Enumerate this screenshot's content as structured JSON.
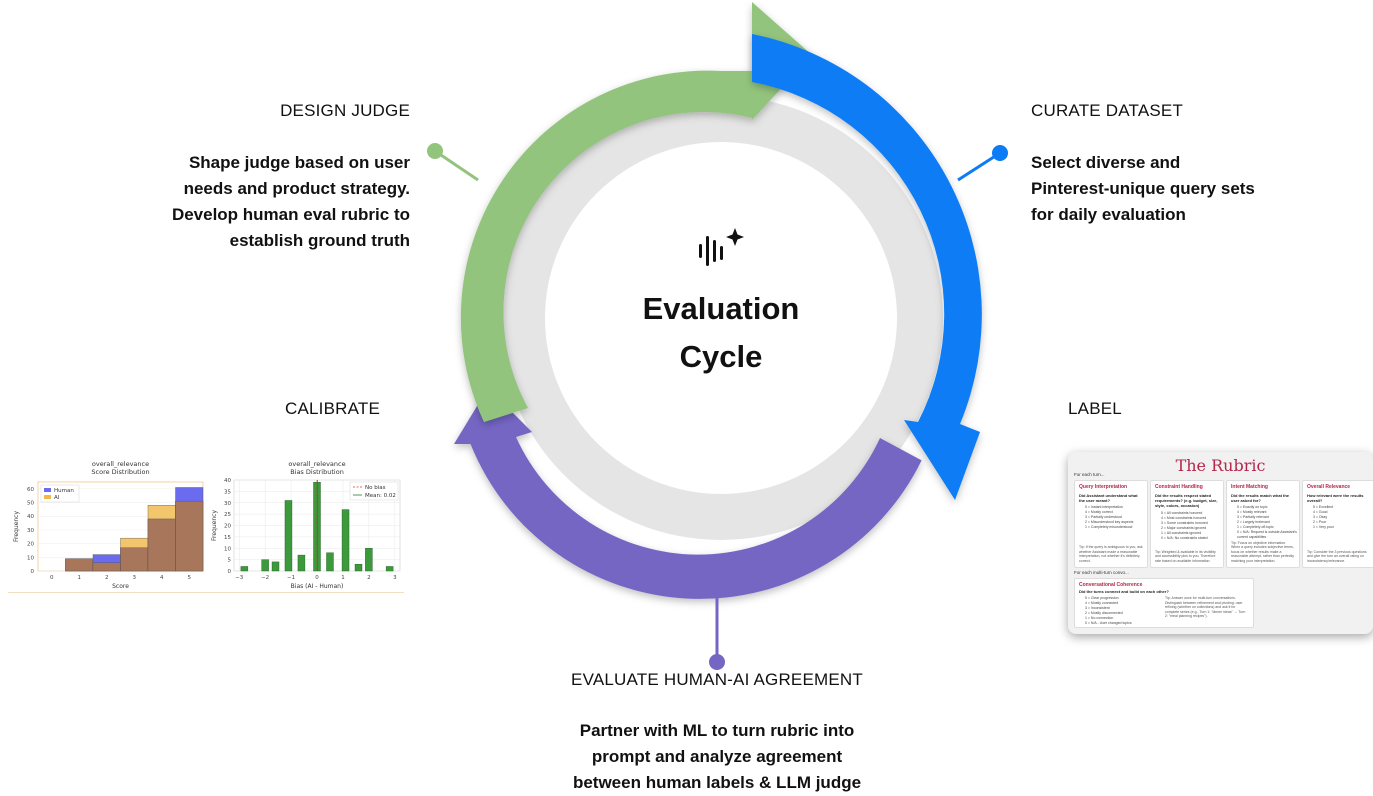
{
  "center": {
    "title_line1": "Evaluation",
    "title_line2": "Cycle",
    "icon": "sparkle-waveform-icon"
  },
  "stages": {
    "design": {
      "title": "DESIGN JUDGE",
      "desc": [
        "Shape judge based on user",
        "needs and product strategy.",
        "Develop human eval rubric to",
        "establish ground truth"
      ]
    },
    "curate": {
      "title": "CURATE DATASET",
      "desc": [
        "Select diverse and",
        "Pinterest-unique query sets",
        "for daily evaluation"
      ]
    },
    "label": {
      "title": "LABEL"
    },
    "calibrate": {
      "title": "CALIBRATE"
    },
    "evaluate": {
      "title": "EVALUATE HUMAN-AI AGREEMENT",
      "desc": [
        "Partner with ML to turn rubric into",
        "prompt and analyze agreement",
        "between human labels & LLM judge"
      ]
    }
  },
  "colors": {
    "green": "#93c47d",
    "blue": "#0b7cf5",
    "purple": "#7566c4",
    "inner": "#e6e6e6"
  },
  "chart_data": [
    {
      "type": "bar",
      "title": "overall_relevance",
      "subtitle": "Score Distribution",
      "xlabel": "Score",
      "ylabel": "Frequency",
      "categories": [
        0,
        1,
        2,
        3,
        4,
        5
      ],
      "series": [
        {
          "name": "Human",
          "values": [
            0,
            9,
            12,
            17,
            38,
            61
          ]
        },
        {
          "name": "AI",
          "values": [
            0,
            9,
            6,
            24,
            48,
            51
          ]
        }
      ],
      "ylim": [
        0,
        65
      ],
      "yticks": [
        0,
        10,
        20,
        30,
        40,
        50,
        60
      ],
      "legend": "top-left"
    },
    {
      "type": "bar",
      "title": "overall_relevance",
      "subtitle": "Bias Distribution",
      "xlabel": "Bias (AI - Human)",
      "ylabel": "Frequency",
      "x": [
        -2.8,
        -2.0,
        -1.6,
        -1.1,
        -0.6,
        0.0,
        0.5,
        1.1,
        1.6,
        2.0,
        2.8
      ],
      "values": [
        2,
        5,
        4,
        31,
        7,
        39,
        8,
        27,
        3,
        10,
        2
      ],
      "ylim": [
        0,
        40
      ],
      "xticks": [
        -3,
        -2,
        -1,
        0,
        1,
        2,
        3
      ],
      "yticks": [
        0,
        5,
        10,
        15,
        20,
        25,
        30,
        35,
        40
      ],
      "legend_entries": [
        "No bias",
        "Mean: 0.02"
      ],
      "legend": "top-right"
    }
  ],
  "rubric": {
    "title": "The Rubric",
    "for_each_turn": "For each turn...",
    "for_each_multi": "For each multi-turn convo...",
    "cards": [
      {
        "head": "Query Interpretation",
        "q": "Did Assistant understand what the user meant?",
        "items": [
          "5 = Instant interpretation",
          "4 = Mostly correct",
          "3 = Partially understood",
          "2 = Misunderstood key aspects",
          "1 = Completely misunderstood"
        ],
        "tip": "Tip: If the query is ambiguous to you, ask whether Assistant made a reasonable interpretation, not whether it's definitely correct."
      },
      {
        "head": "Constraint Handling",
        "q": "Did the results respect stated requirements? (e.g. budget, size, style, colors, occasion)",
        "items": [
          "5 = All constraints honored",
          "4 = Most constraints honored",
          "3 = Some constraints honored",
          "2 = Major constraints ignored",
          "1 = All constraints ignored",
          "0 = N/A: No constraints stated"
        ],
        "tip": "Tip: Weighted & available in its visibility and accessibility pins to you. Therefore rate based on available information."
      },
      {
        "head": "Intent Matching",
        "q": "Did the results match what the user asked for?",
        "items": [
          "5 = Exactly on topic",
          "4 = Mostly relevant",
          "3 = Partially relevant",
          "2 = Largely irrelevant",
          "1 = Completely off-topic",
          "0 = N/A: Request is outside Assistant's current capabilities"
        ],
        "tip": "Tip: Focus on objective information. When a query includes subjective terms, focus on whether results make a reasonable attempt, rather than perfectly matching your interpretation."
      },
      {
        "head": "Overall Relevance",
        "q": "How relevant were the results overall?",
        "items": [
          "5 = Excellent",
          "4 = Good",
          "3 = Okay",
          "2 = Poor",
          "1 = Very poor"
        ],
        "tip": "Tip: Consider the 3 previous questions and give the turn an overall rating on inconsistency/relevance."
      }
    ],
    "coherence": {
      "head": "Conversational Coherence",
      "q": "Did the turns connect and build on each other?",
      "items": [
        "5 = Clear progression",
        "4 = Mostly connected",
        "3 = Inconsistent",
        "2 = Mostly disconnected",
        "1 = No connection",
        "0 = N/A - User changed topics"
      ],
      "tip": "Tip: Answer once for multi-turn conversations. Distinguish between refinement and pivoting: user refining (whether on collections) and ask it for complete series (e.g., Turn 1: \"dinner ideas\" → Turn 2: \"meal planning recipes\")."
    }
  }
}
